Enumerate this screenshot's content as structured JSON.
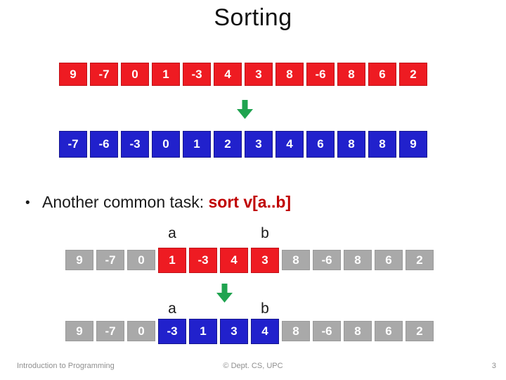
{
  "slide": {
    "title": "Sorting",
    "bullet": {
      "marker": "•",
      "prefix": "Another common task: ",
      "highlight": "sort v[a..b]"
    },
    "labels": {
      "a": "a",
      "b": "b"
    },
    "footer": {
      "left": "Introduction to Programming",
      "center": "© Dept. CS, UPC",
      "page": "3"
    }
  },
  "colors": {
    "red": "#ee1b22",
    "blue": "#2121cc",
    "gray": "#a9a9a9",
    "green": "#1fa34f",
    "highlight_text": "#c00000",
    "footer_text": "#8f8f8f",
    "title_text": "#111111"
  },
  "rows": {
    "unsorted": {
      "color": "red",
      "values": [
        "9",
        "-7",
        "0",
        "1",
        "-3",
        "4",
        "3",
        "8",
        "-6",
        "8",
        "6",
        "2"
      ]
    },
    "sorted": {
      "color": "blue",
      "values": [
        "-7",
        "-6",
        "-3",
        "0",
        "1",
        "2",
        "3",
        "4",
        "6",
        "8",
        "8",
        "9"
      ]
    },
    "subrange_unsorted": {
      "base_color": "gray",
      "highlight_color": "red",
      "highlight_start": 3,
      "highlight_end": 6,
      "values": [
        "9",
        "-7",
        "0",
        "1",
        "-3",
        "4",
        "3",
        "8",
        "-6",
        "8",
        "6",
        "2"
      ]
    },
    "subrange_sorted": {
      "base_color": "gray",
      "highlight_color": "blue",
      "highlight_start": 3,
      "highlight_end": 6,
      "values": [
        "9",
        "-7",
        "0",
        "-3",
        "1",
        "3",
        "4",
        "8",
        "-6",
        "8",
        "6",
        "2"
      ]
    }
  },
  "icons": {
    "down_arrow": "down-arrow"
  }
}
